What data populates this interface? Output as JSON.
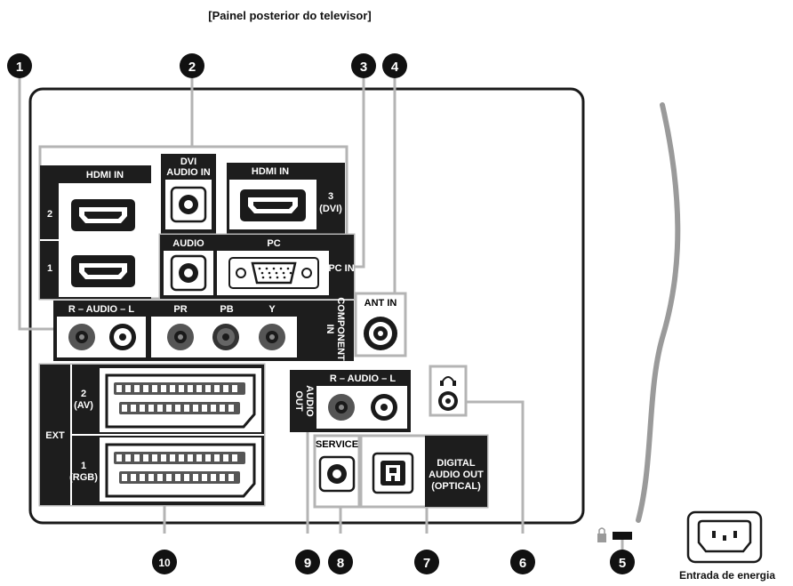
{
  "title": "[Painel posterior do televisor]",
  "callouts": [
    "1",
    "2",
    "3",
    "4",
    "5",
    "6",
    "7",
    "8",
    "9",
    "10"
  ],
  "ports": {
    "hdmi_in_left": "HDMI IN",
    "hdmi_2": "2",
    "hdmi_1": "1",
    "dvi_audio_line1": "DVI",
    "dvi_audio_line2": "AUDIO IN",
    "hdmi_in_right": "HDMI IN",
    "hdmi_3_line1": "3",
    "hdmi_3_line2": "(DVI)",
    "pc_audio": "AUDIO",
    "pc": "PC",
    "pc_in": "PC IN",
    "audio_rl": "R – AUDIO – L",
    "pr": "PR",
    "pb": "PB",
    "y": "Y",
    "component_line1": "COMPONENT",
    "component_line2": "IN",
    "ant_in": "ANT IN",
    "ext": "EXT",
    "ext2_line1": "2",
    "ext2_line2": "(AV)",
    "ext1_line1": "1",
    "ext1_line2": "(RGB)",
    "audio_out_rl": "R – AUDIO – L",
    "audio_out_line1": "AUDIO",
    "audio_out_line2": "OUT",
    "service": "SERVICE",
    "digital_line1": "DIGITAL",
    "digital_line2": "AUDIO OUT",
    "digital_line3": "(OPTICAL)"
  },
  "power_label": "Entrada de energia",
  "icons": {
    "headphone": "headphone-icon",
    "lock": "kensington-lock-icon",
    "power": "power-socket-icon"
  }
}
